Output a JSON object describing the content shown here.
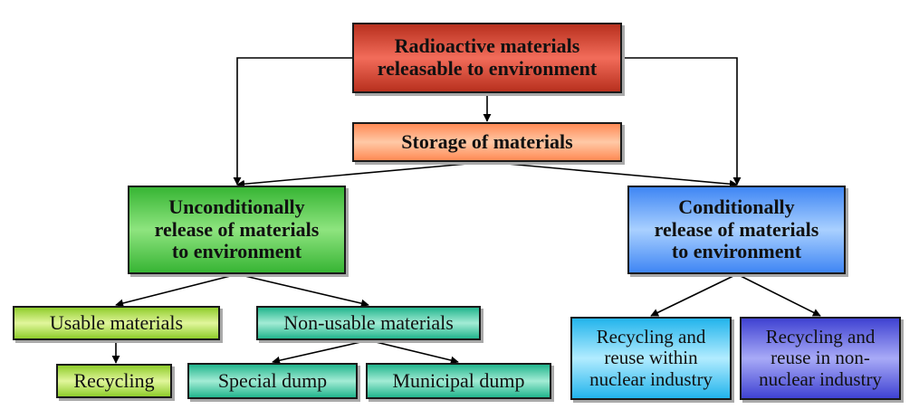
{
  "nodes": {
    "root": "Radioactive materials\nreleasable to environment",
    "storage": "Storage of materials",
    "unconditional": "Unconditionally\nrelease of materials\nto environment",
    "conditional": "Conditionally\nrelease of materials\nto environment",
    "usable": "Usable materials",
    "non_usable": "Non-usable materials",
    "recycling": "Recycling",
    "special_dump": "Special dump",
    "municipal_dump": "Municipal dump",
    "reuse_nuclear": "Recycling and\nreuse within\nnuclear industry",
    "reuse_non_nuclear": "Recycling and\nreuse in non-\nnuclear industry"
  }
}
